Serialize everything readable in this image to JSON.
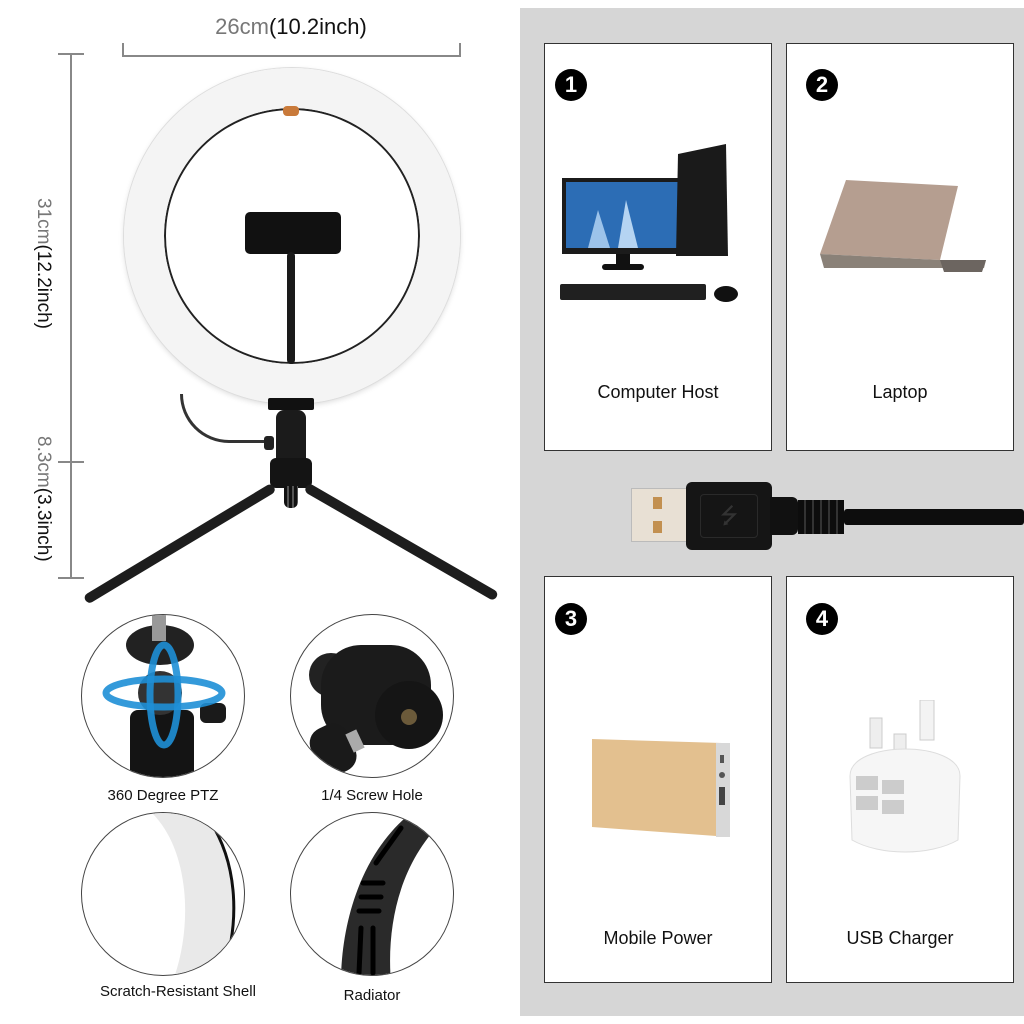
{
  "dimensions": {
    "width": {
      "metric": "26cm",
      "imperial": "(10.2inch)"
    },
    "height": {
      "metric": "31cm",
      "imperial": "(12.2inch)"
    },
    "base_height": {
      "metric": "8.3cm",
      "imperial": "(3.3inch)"
    }
  },
  "product": {
    "name": "ring-light-with-tripod"
  },
  "features": [
    {
      "label": "360 Degree PTZ",
      "icon": "ball-head-icon"
    },
    {
      "label": "1/4 Screw Hole",
      "icon": "screw-hole-icon"
    },
    {
      "label": "Scratch-Resistant Shell",
      "icon": "white-shell-icon"
    },
    {
      "label": "Radiator",
      "icon": "radiator-vent-icon"
    }
  ],
  "power_sources": {
    "cards": [
      {
        "number": "1",
        "label": "Computer Host",
        "icon": "desktop-computer-icon"
      },
      {
        "number": "2",
        "label": "Laptop",
        "icon": "laptop-icon"
      },
      {
        "number": "3",
        "label": "Mobile Power",
        "icon": "power-bank-icon"
      },
      {
        "number": "4",
        "label": "USB Charger",
        "icon": "usb-charger-icon"
      }
    ],
    "connector": {
      "icon": "usb-plug-icon"
    }
  },
  "colors": {
    "panel_bg": "#d6d6d6",
    "badge_bg": "#000000",
    "ptz_arrow": "#1e8fd6",
    "power_bank_gold": "#e3c08f"
  }
}
